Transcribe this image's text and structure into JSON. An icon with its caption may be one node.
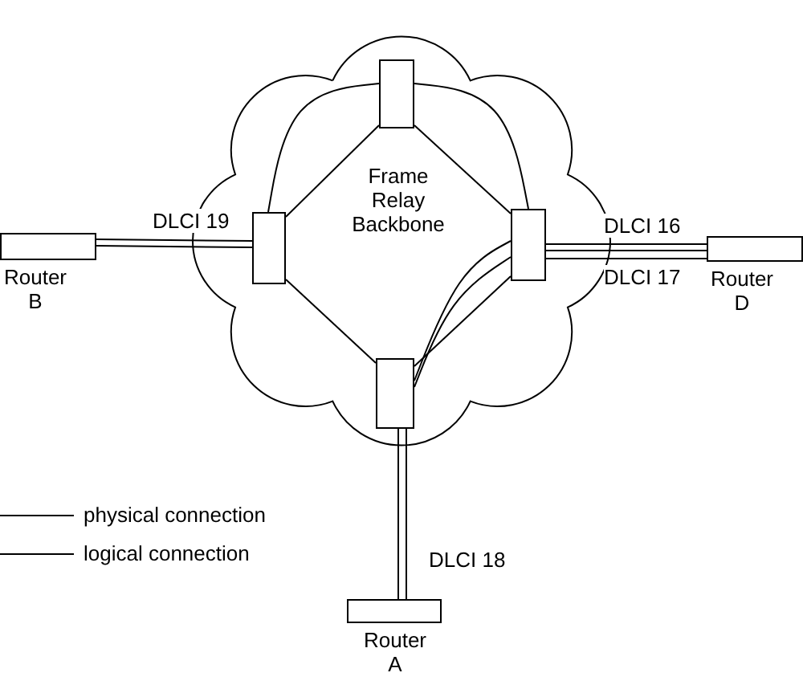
{
  "diagram": {
    "nodes": [
      {
        "text": [
          "Frame Relay Backbone"
        ]
      },
      {
        "text": [],
        "shape": "box",
        "in": 0
      },
      {
        "text": [],
        "shape": "box",
        "in": 0
      },
      {
        "text": [],
        "shape": "box",
        "in": 0
      },
      {
        "text": [],
        "shape": "box",
        "in": 0
      },
      {
        "text": [
          "Router B"
        ]
      },
      {
        "text": [
          "Router D"
        ]
      },
      {
        "text": [
          "Router A"
        ]
      }
    ],
    "edges": [
      {
        "from": 5,
        "to": 2,
        "arrow": "none"
      },
      {
        "from": 5,
        "to": 2,
        "arrow": "none",
        "label": "DLCI 19"
      },
      {
        "from": 2,
        "to": 1,
        "arrow": "none"
      },
      {
        "from": 1,
        "to": 3,
        "arrow": "none"
      },
      {
        "from": 2,
        "to": 4,
        "arrow": "none"
      },
      {
        "from": 3,
        "to": 4,
        "arrow": "none"
      },
      {
        "from": 2,
        "to": 1,
        "arrow": "none"
      },
      {
        "from": 1,
        "to": 3,
        "arrow": "none"
      },
      {
        "from": 3,
        "to": 4,
        "arrow": "none"
      },
      {
        "from": 3,
        "to": 4,
        "arrow": "none"
      },
      {
        "from": 3,
        "to": 6,
        "arrow": "none",
        "label": "DLCI 16"
      },
      {
        "from": 3,
        "to": 6,
        "arrow": "none"
      },
      {
        "from": 3,
        "to": 6,
        "arrow": "none",
        "label": "DLCI 17"
      },
      {
        "from": 4,
        "to": 7,
        "arrow": "none"
      },
      {
        "from": 4,
        "to": 7,
        "arrow": "none",
        "label": "DLCI 18"
      }
    ],
    "legend": [
      {
        "text": "physical connection"
      },
      {
        "text": "logical connection"
      }
    ]
  }
}
